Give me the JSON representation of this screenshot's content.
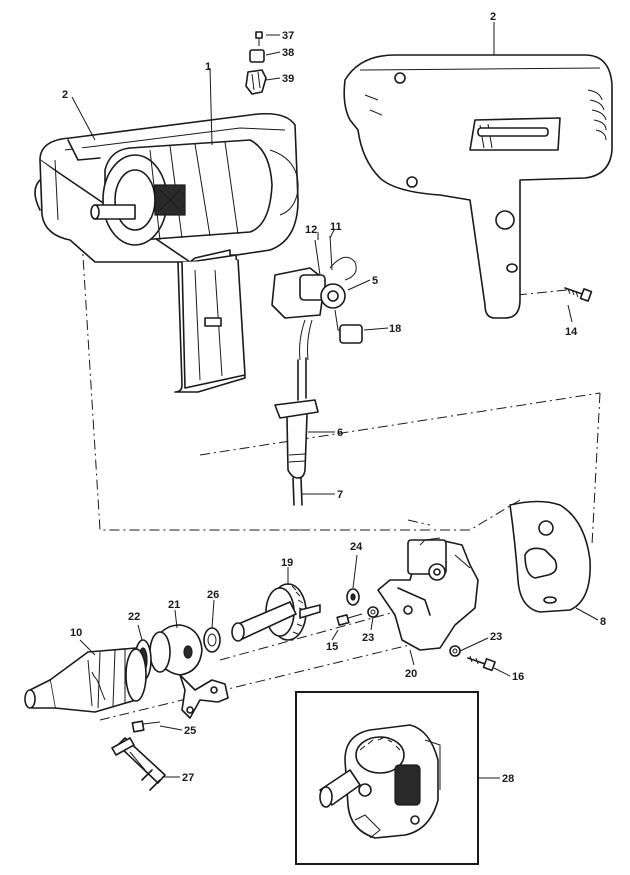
{
  "parts": [
    {
      "key": "p37",
      "label": "37",
      "name": "screw"
    },
    {
      "key": "p38",
      "label": "38",
      "name": "brush"
    },
    {
      "key": "p39",
      "label": "39",
      "name": "brush-holder"
    },
    {
      "key": "p2a",
      "label": "2",
      "name": "housing-left"
    },
    {
      "key": "p1",
      "label": "1",
      "name": "motor"
    },
    {
      "key": "p2b",
      "label": "2",
      "name": "housing-right"
    },
    {
      "key": "p12",
      "label": "12",
      "name": "wire"
    },
    {
      "key": "p11",
      "label": "11",
      "name": "wire"
    },
    {
      "key": "p5",
      "label": "5",
      "name": "switch"
    },
    {
      "key": "p18",
      "label": "18",
      "name": "suppressor"
    },
    {
      "key": "p14",
      "label": "14",
      "name": "screw"
    },
    {
      "key": "p6",
      "label": "6",
      "name": "cord-guard"
    },
    {
      "key": "p7",
      "label": "7",
      "name": "cord"
    },
    {
      "key": "p19",
      "label": "19",
      "name": "gear"
    },
    {
      "key": "p24",
      "label": "24",
      "name": "washer"
    },
    {
      "key": "p8",
      "label": "8",
      "name": "plate"
    },
    {
      "key": "p10",
      "label": "10",
      "name": "chuck"
    },
    {
      "key": "p22",
      "label": "22",
      "name": "bearing"
    },
    {
      "key": "p21",
      "label": "21",
      "name": "spindle-housing"
    },
    {
      "key": "p26",
      "label": "26",
      "name": "washer"
    },
    {
      "key": "p15",
      "label": "15",
      "name": "screw"
    },
    {
      "key": "p23a",
      "label": "23",
      "name": "washer"
    },
    {
      "key": "p23b",
      "label": "23",
      "name": "washer"
    },
    {
      "key": "p20",
      "label": "20",
      "name": "gear-case"
    },
    {
      "key": "p16",
      "label": "16",
      "name": "screw"
    },
    {
      "key": "p25",
      "label": "25",
      "name": "screw"
    },
    {
      "key": "p27",
      "label": "27",
      "name": "chuck-key"
    },
    {
      "key": "p28",
      "label": "28",
      "name": "gear-assembly"
    }
  ]
}
